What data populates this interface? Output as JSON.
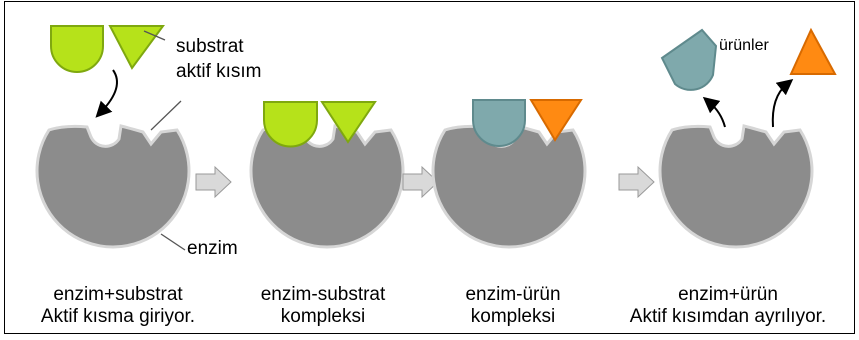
{
  "labels": {
    "substrat": "substrat",
    "aktif_kisim": "aktif kısım",
    "enzim": "enzim",
    "urunler": "ürünler"
  },
  "captions": [
    {
      "line1": "enzim+substrat",
      "line2": "Aktif kısma giriyor."
    },
    {
      "line1": "enzim-substrat",
      "line2": "kompleksi"
    },
    {
      "line1": "enzim-ürün",
      "line2": "kompleksi"
    },
    {
      "line1": "enzim+ürün",
      "line2": "Aktif kısımdan ayrılıyor."
    }
  ],
  "colors": {
    "enzyme": "#8c8c8c",
    "enzyme_edge": "#d6d6d6",
    "substrate": "#b6e21a",
    "substrate_edge": "#7fa80f",
    "product_round": "#7fa9ac",
    "product_triangle": "#ff8a12",
    "arrow_fill": "#d9d9d9"
  }
}
